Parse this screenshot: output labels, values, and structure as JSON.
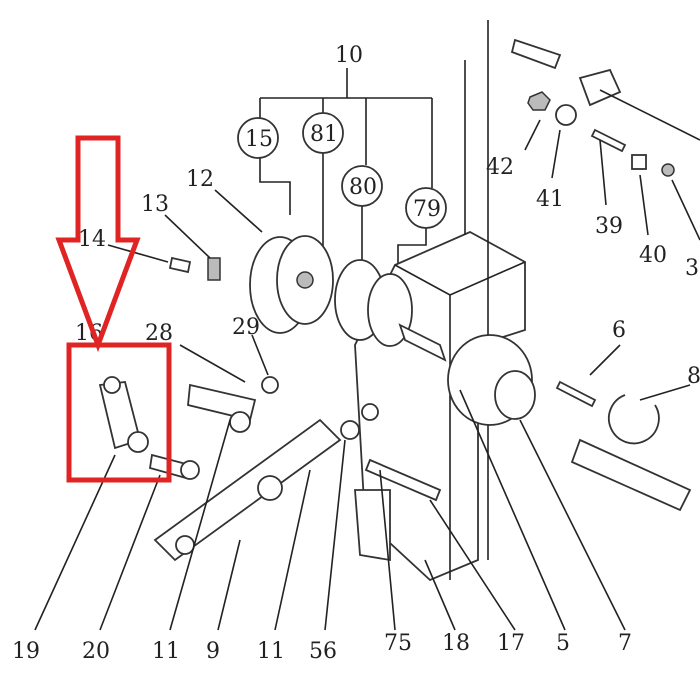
{
  "diagram": {
    "title_labels": {
      "group": "10",
      "circled": [
        "15",
        "81",
        "80",
        "79"
      ]
    },
    "labels": {
      "l12": "12",
      "l13": "13",
      "l14": "14",
      "l16": "16",
      "l28": "28",
      "l29": "29",
      "l42": "42",
      "l41": "41",
      "l39": "39",
      "l40": "40",
      "l3": "3",
      "l6": "6",
      "l8": "8"
    },
    "bottom_labels": [
      "19",
      "20",
      "11",
      "9",
      "11",
      "56",
      "75",
      "18",
      "17",
      "5",
      "7"
    ],
    "highlight": {
      "color": "#e02424",
      "marked_parts": [
        "19",
        "20"
      ]
    }
  }
}
